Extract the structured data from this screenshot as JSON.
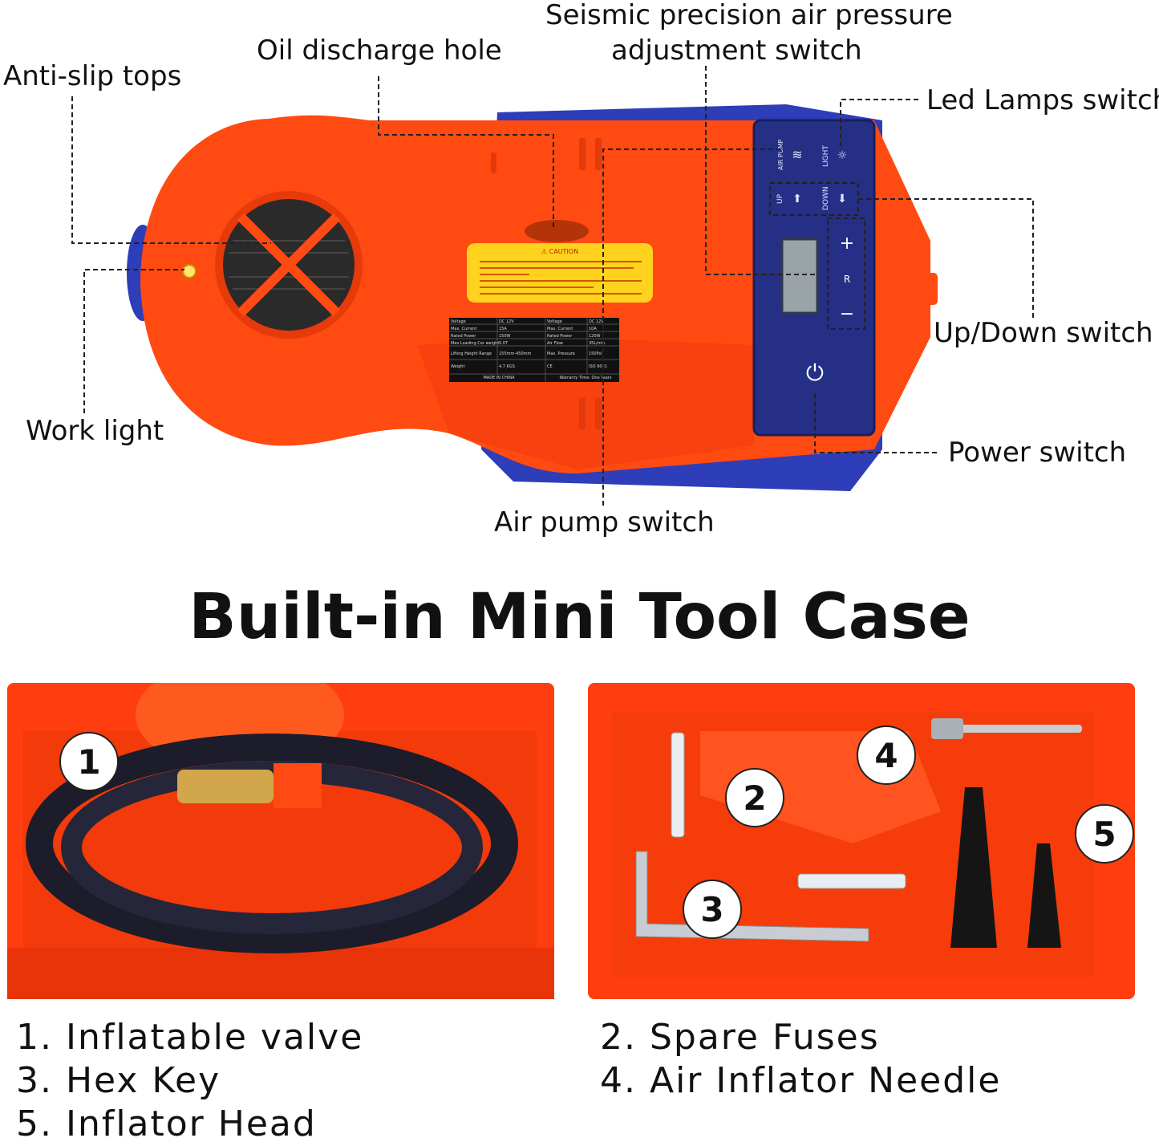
{
  "labels": {
    "anti_slip_tops": "Anti-slip tops",
    "oil_discharge_hole": "Oil discharge hole",
    "seismic_line1": "Seismic precision air pressure",
    "seismic_line2": "adjustment switch",
    "led_lamps_switch": "Led Lamps switch",
    "up_down_switch": "Up/Down switch",
    "work_light": "Work light",
    "power_switch": "Power switch",
    "air_pump_switch": "Air pump switch"
  },
  "panel": {
    "air_pump": "AIR PUMP",
    "light": "LIGHT",
    "up": "UP",
    "down": "DOWN",
    "plus": "+",
    "reset": "R",
    "minus": "−"
  },
  "caution_title": "⚠ CAUTION",
  "spec_table": {
    "rows": [
      [
        "Voltage",
        "DC 12V",
        "Voltage",
        "DC 12V"
      ],
      [
        "Max. Current",
        "15A",
        "Max. Current",
        "10A"
      ],
      [
        "Rated Power",
        "150W",
        "Rated Power",
        "120W"
      ],
      [
        "Max Loading Car weight",
        "5.0T",
        "Air Flow",
        "35L/min"
      ],
      [
        "Lifting Height Range",
        "155mm-450mm",
        "Max. Pressure",
        "150Psi"
      ],
      [
        "Weight",
        "4.7 KGS",
        "CE",
        "ISO 9001"
      ]
    ],
    "footer_left": "MADE IN CHINA",
    "footer_right": "Warranty Time: One Years"
  },
  "section_title": "Built-in Mini Tool Case",
  "badges": [
    "1",
    "2",
    "3",
    "4",
    "5"
  ],
  "legend_left": [
    "1. Inflatable valve",
    "3. Hex Key",
    "5. Inflator Head"
  ],
  "legend_right": [
    "2. Spare Fuses",
    "4. Air Inflator Needle"
  ],
  "colors": {
    "body_orange": "#ff4a12",
    "panel_blue": "#262f86",
    "base_blue": "#2e3db8",
    "caution_yellow": "#ffd21e"
  }
}
